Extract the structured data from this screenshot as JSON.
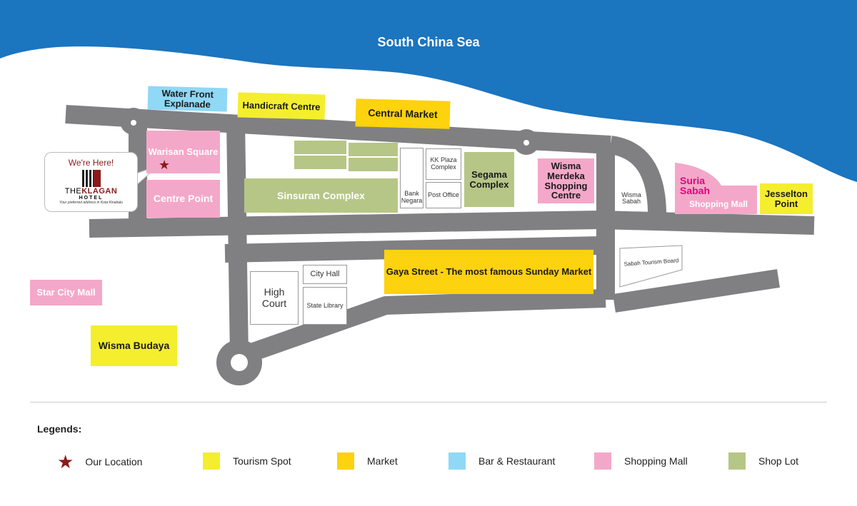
{
  "sea_label": "South China Sea",
  "colors": {
    "sea": "#1b75bf",
    "road": "#808083",
    "tourism": "#f4ee2f",
    "market": "#fdd20e",
    "bar": "#8fd8f6",
    "shopping": "#f4a8c9",
    "shoplot": "#b6c686",
    "location": "#8b1a1a"
  },
  "callout": {
    "heading": "We're Here!",
    "hotel_name_prefix": "THE",
    "hotel_name": "KLAGAN",
    "hotel_sub": "HOTEL",
    "tagline": "Your preferred address in Kota Kinabalu"
  },
  "places": {
    "water_front": "Water Front Explanade",
    "handicraft": "Handicraft Centre",
    "central_market": "Central Market",
    "warisan": "Warisan Square",
    "centre_point": "Centre Point",
    "sinsuran": "Sinsuran Complex",
    "bank_negara": "Bank Negara",
    "kk_plaza": "KK Plaza Complex",
    "post_office": "Post Office",
    "segama": "Segama Complex",
    "wisma_merdeka": "Wisma Merdeka Shopping Centre",
    "wisma_sabah": "Wisma Sabah",
    "suria_sabah": "Suria Sabah",
    "suria_sub": "Shopping Mall",
    "jesselton": "Jesselton Point",
    "gaya": "Gaya Street - The most famous Sunday Market",
    "city_hall": "City Hall",
    "state_library": "State Library",
    "high_court": "High Court",
    "tourism_board": "Sabah Tourism Board",
    "star_city": "Star City Mall",
    "wisma_budaya": "Wisma Budaya"
  },
  "legend": {
    "title": "Legends:",
    "items": [
      {
        "label": "Our Location"
      },
      {
        "label": "Tourism Spot"
      },
      {
        "label": "Market"
      },
      {
        "label": "Bar & Restaurant"
      },
      {
        "label": "Shopping Mall"
      },
      {
        "label": "Shop Lot"
      }
    ]
  }
}
